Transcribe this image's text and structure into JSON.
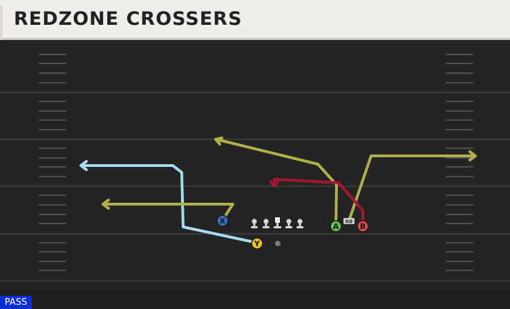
{
  "title": "REDZONE CROSSERS",
  "play_type": "PASS",
  "colors": {
    "field": "#242424",
    "yard_line": "#3a3a3a",
    "hash": "#505050",
    "route_yellow": "#b2b04d",
    "route_red": "#a6162e",
    "route_blue": "#a4dcf0",
    "player_x": "#3a6fc2",
    "player_y": "#e8bd2c",
    "player_a": "#5cc24a",
    "player_b": "#dc4a52",
    "lineman": "#d8d8d8",
    "badge_bg": "#0b2fd6"
  },
  "players": {
    "x": {
      "label": "X"
    },
    "y": {
      "label": "Y"
    },
    "a": {
      "label": "A"
    },
    "b": {
      "label": "B"
    },
    "rb": {
      "label": "RB"
    }
  },
  "icons": {
    "receivers": "circle-letter-icon",
    "linemen": "lineman-icon",
    "center": "center-icon",
    "qb": "dot-icon",
    "route_end": "arrow-icon"
  }
}
